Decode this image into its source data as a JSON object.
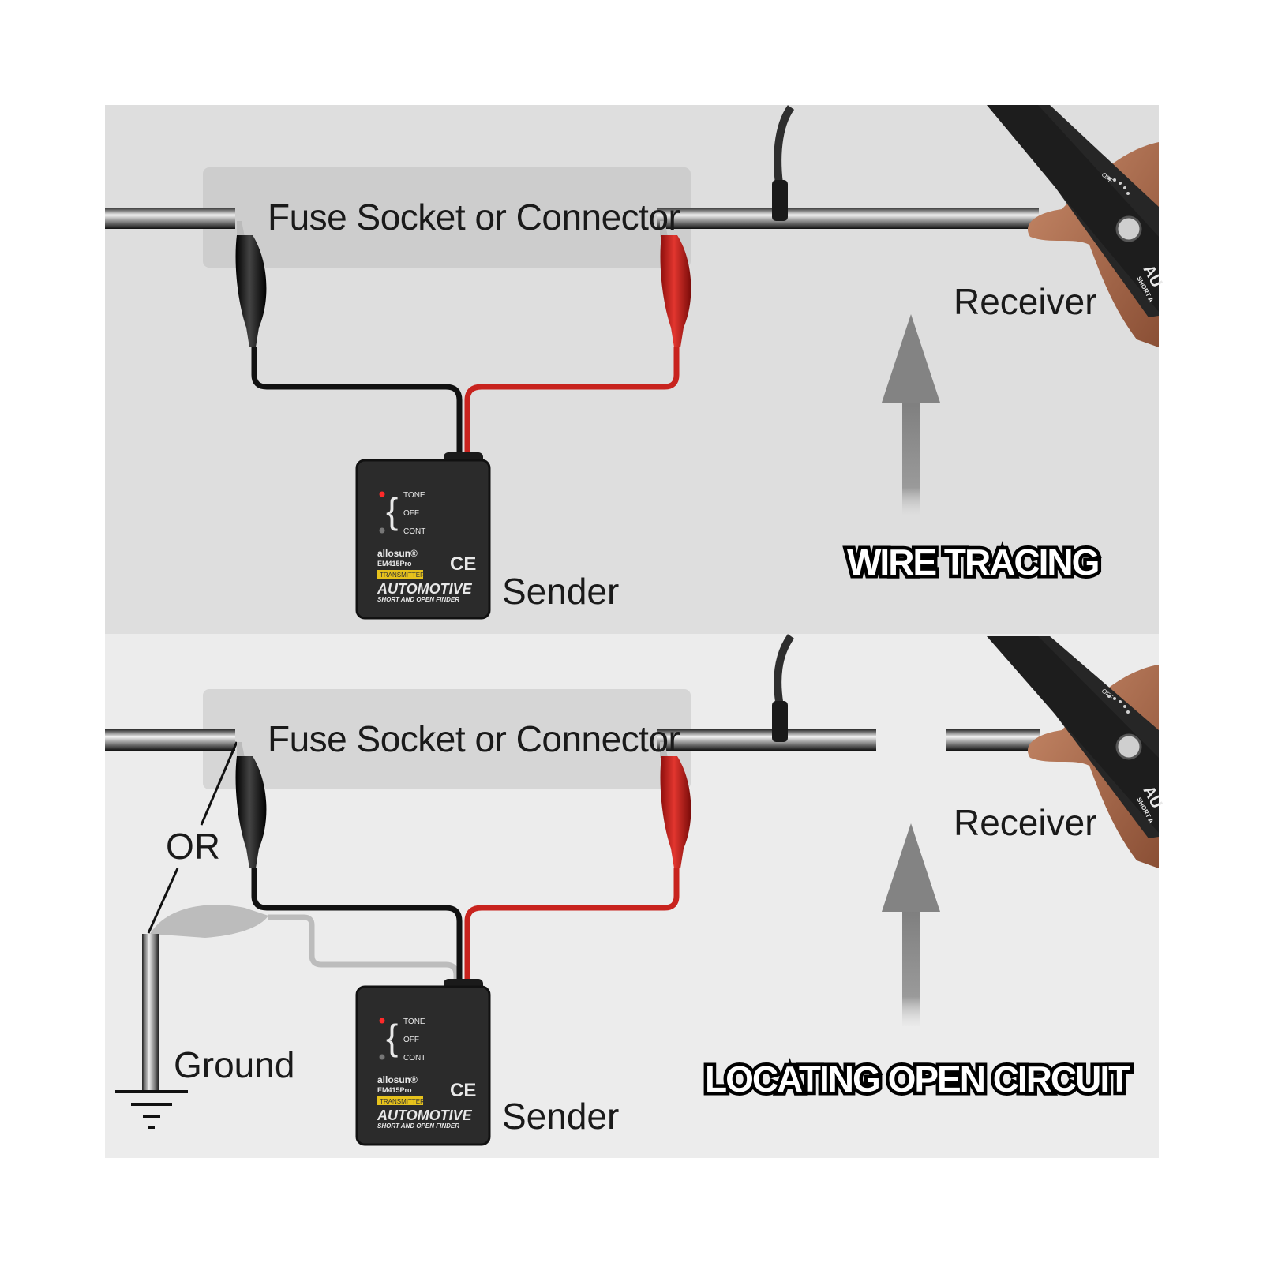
{
  "colors": {
    "panel_top": "#dedede",
    "panel_bottom": "#ececec",
    "label_box": "#cdcdcd",
    "wire_black": "#111111",
    "wire_red": "#c8231e",
    "clip_black": "#151515",
    "clip_red": "#c11a17",
    "device_body": "#2b2b2b",
    "arrow": "#8a8a8a",
    "ghost": "#b4b4b4"
  },
  "panels": [
    {
      "title": "WIRE TRACING",
      "fuse_label": "Fuse Socket or Connector",
      "receiver_label": "Receiver",
      "sender_label": "Sender",
      "wire_break": false
    },
    {
      "title": "LOCATING OPEN CIRCUIT",
      "fuse_label": "Fuse Socket or Connector",
      "receiver_label": "Receiver",
      "sender_label": "Sender",
      "or_label": "OR",
      "ground_label": "Ground",
      "wire_break": true
    }
  ],
  "sender_device": {
    "mode_tone": "TONE",
    "mode_off": "OFF",
    "mode_cont": "CONT",
    "brand": "allosun®",
    "model": "EM415Pro",
    "badge": "TRANSMITTER",
    "ce_mark": "CE",
    "product_line1": "AUTOMOTIVE",
    "product_line2": "SHORT AND OPEN FINDER"
  },
  "receiver_device": {
    "text_off": "OFF",
    "text_au": "AU",
    "text_short": "SHORT A"
  },
  "icons": [
    "alligator-clip-icon",
    "ground-symbol-icon",
    "up-arrow-icon",
    "hand-icon"
  ]
}
